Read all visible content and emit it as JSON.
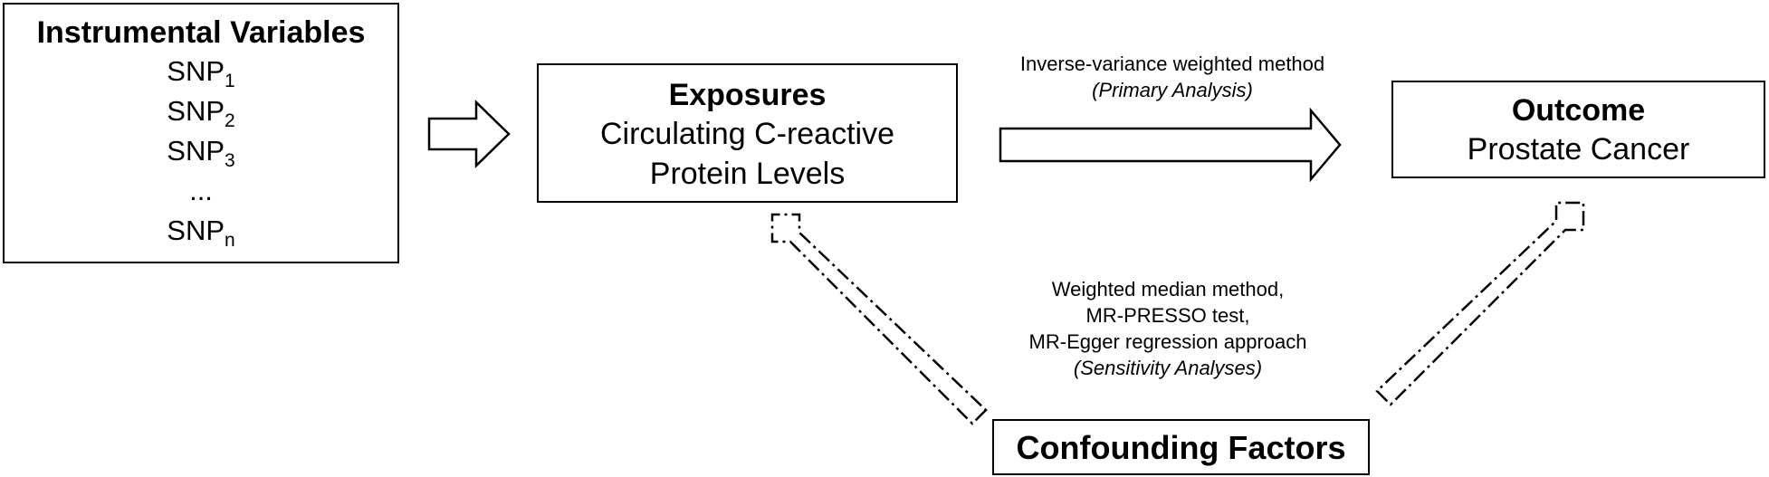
{
  "instrumental_variables": {
    "title": "Instrumental Variables",
    "snps": [
      {
        "base": "SNP",
        "sub": "1"
      },
      {
        "base": "SNP",
        "sub": "2"
      },
      {
        "base": "SNP",
        "sub": "3"
      },
      {
        "base": "...",
        "sub": ""
      },
      {
        "base": "SNP",
        "sub": "n"
      }
    ]
  },
  "exposures": {
    "title": "Exposures",
    "lines": [
      "Circulating C-reactive",
      "Protein Levels"
    ]
  },
  "outcome": {
    "title": "Outcome",
    "lines": [
      "Prostate Cancer"
    ]
  },
  "confounding": {
    "title": "Confounding Factors"
  },
  "primary_analysis": {
    "method": "Inverse-variance weighted method",
    "label": "(Primary Analysis)"
  },
  "sensitivity_analyses": {
    "methods": [
      "Weighted median method,",
      "MR-PRESSO test,",
      "MR-Egger regression approach"
    ],
    "label": "(Sensitivity Analyses)"
  },
  "colors": {
    "stroke": "#000000",
    "background": "#ffffff"
  }
}
